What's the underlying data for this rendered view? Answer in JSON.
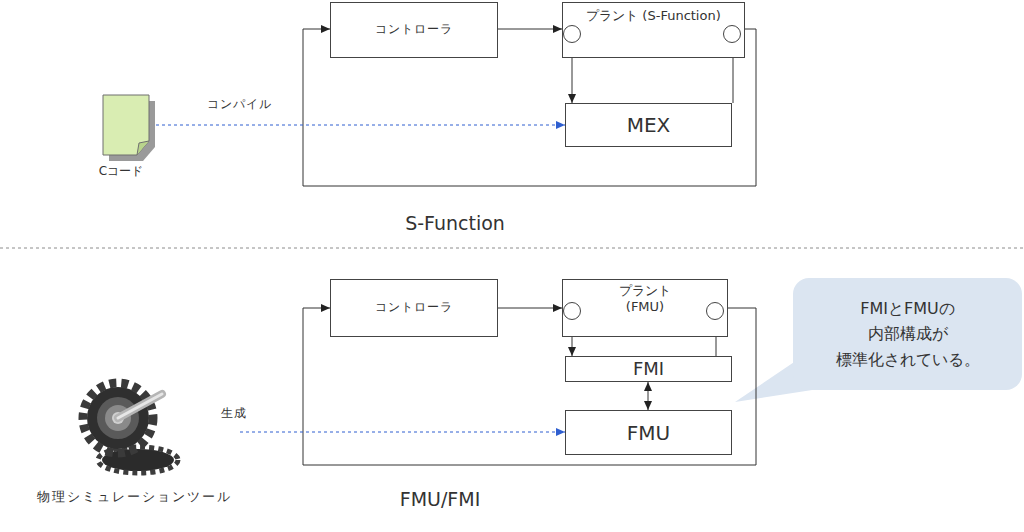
{
  "diagram": {
    "nodes": [
      {
        "text": [
          "コントローラ"
        ]
      },
      {
        "text": [
          "プラント (S-Function)"
        ]
      },
      {
        "text": [
          "Cコード"
        ]
      },
      {
        "text": [
          "MEX"
        ]
      },
      {
        "text": [
          "コントローラ"
        ]
      },
      {
        "text": [
          "プラント (FMU)"
        ]
      },
      {
        "text": [
          "FMIとFMUの 内部構成が 標準化されている。"
        ]
      },
      {
        "text": [
          "FMI"
        ]
      },
      {
        "text": [
          "物理シミュレーションツール"
        ]
      },
      {
        "text": [
          "FMU"
        ]
      }
    ],
    "edges": [
      {
        "from": 0,
        "to": 1,
        "arrow": "to"
      },
      {
        "from": 1,
        "to": 3,
        "arrow": "to"
      },
      {
        "from": 3,
        "to": 1,
        "arrow": "to"
      },
      {
        "from": 1,
        "to": 0,
        "arrow": "to"
      },
      {
        "from": 2,
        "to": 3,
        "label": "コンパイル",
        "arrow": "to"
      },
      {
        "from": 4,
        "to": 5,
        "arrow": "to"
      },
      {
        "from": 5,
        "to": 7,
        "arrow": "to"
      },
      {
        "from": 7,
        "to": 5,
        "arrow": "to"
      },
      {
        "from": 7,
        "to": 9,
        "arrow": "both"
      },
      {
        "from": 5,
        "to": 4,
        "arrow": "to"
      },
      {
        "from": 8,
        "to": 9,
        "label": "生成",
        "arrow": "to"
      }
    ],
    "labels": [
      "S-Function",
      "FMU/FMI"
    ]
  }
}
